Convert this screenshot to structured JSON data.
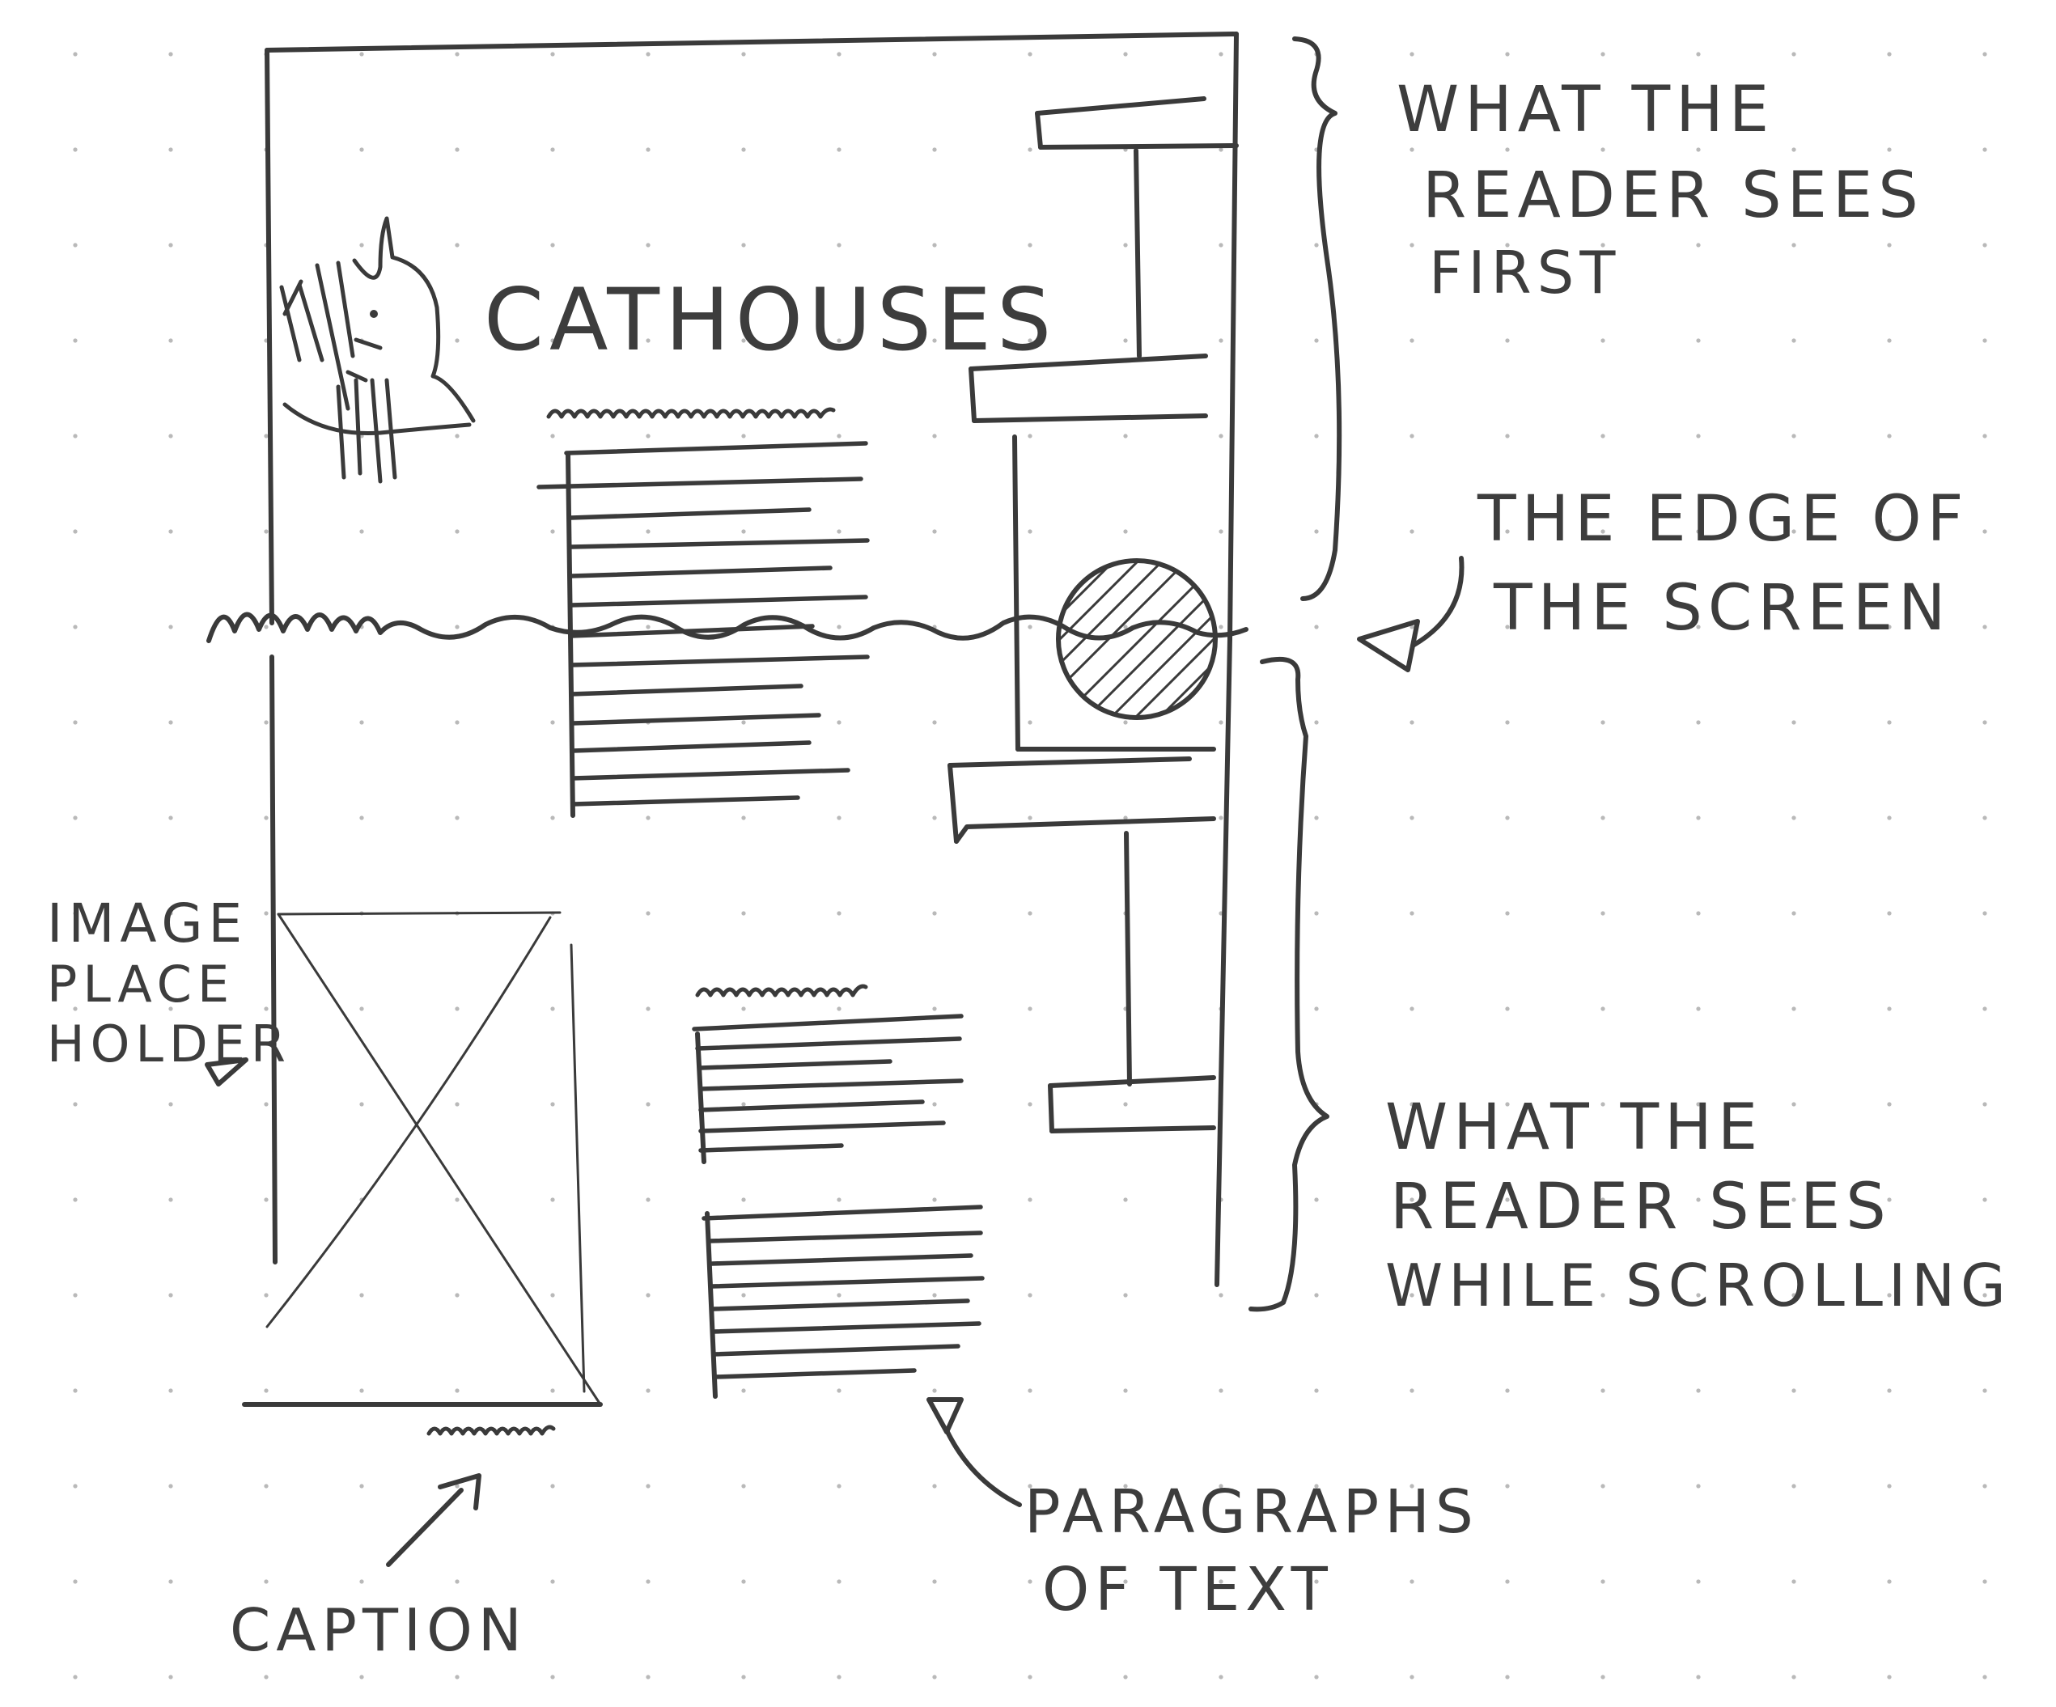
{
  "heading": "CATHOUSES",
  "annotations": {
    "first_view": [
      "WHAT THE",
      "READER SEES",
      "FIRST"
    ],
    "screen_edge": [
      "THE EDGE OF",
      "THE SCREEN"
    ],
    "scroll_view": [
      "WHAT THE",
      "READER SEES",
      "WHILE SCROLLING"
    ],
    "image_placeholder": [
      "IMAGE",
      "PLACE",
      "HOLDER"
    ],
    "caption": "CAPTION",
    "paragraphs": [
      "PARAGRAPHS",
      "OF TEXT"
    ]
  },
  "colors": {
    "ink": "#3a3a3a",
    "paper": "#ffffff",
    "grid_dot": "#b9b9b9"
  },
  "icons": [
    "cat-sketch-icon",
    "hatched-circle-icon",
    "image-placeholder-cross-icon"
  ]
}
